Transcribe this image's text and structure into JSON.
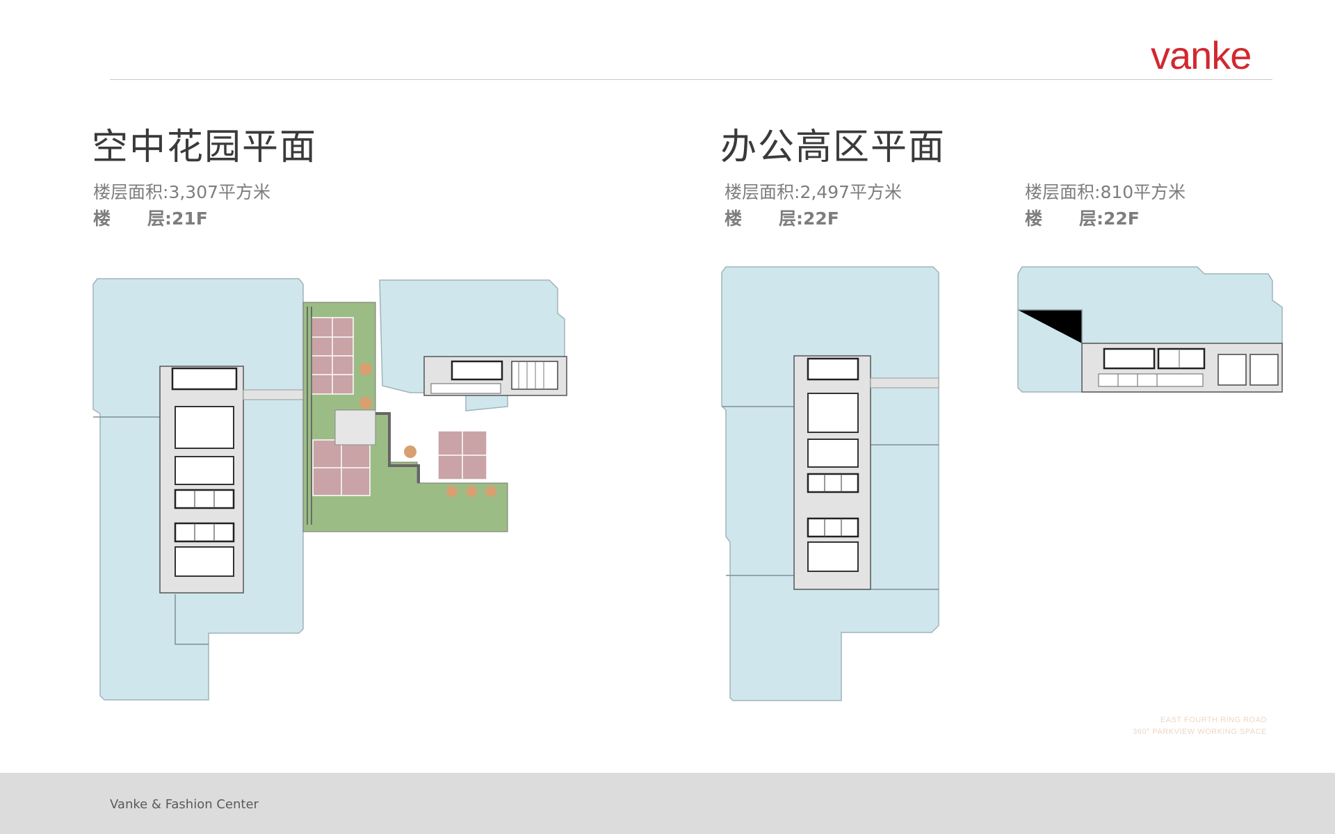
{
  "brand": {
    "logo_text": "vanke",
    "logo_color": "#d2282f"
  },
  "sections": [
    {
      "title": "空中花园平面",
      "area_label": "楼层面积:",
      "area_value": "3,307平方米",
      "floor_label_a": "楼",
      "floor_label_b": "层:",
      "floor_value": "21F"
    },
    {
      "title": "办公高区平面",
      "area_label": "楼层面积:",
      "area_value": "2,497平方米",
      "floor_label_a": "楼",
      "floor_label_b": "层:",
      "floor_value": "22F"
    },
    {
      "title": "",
      "area_label": "楼层面积:",
      "area_value": "810平方米",
      "floor_label_a": "楼",
      "floor_label_b": "层:",
      "floor_value": "22F"
    }
  ],
  "credit": {
    "line1": "EAST FOURTH RING ROAD",
    "line2": "360° PARKVIEW WORKING SPACE"
  },
  "footer": {
    "text": "Vanke & Fashion Center"
  },
  "colors": {
    "office_area": "#cfe6ed",
    "core": "#e3e3e3",
    "garden": "#8fb47a",
    "paving": "#c9a3a6"
  },
  "plans": [
    {
      "name": "sky-garden-plan",
      "icon": "floor-plan-21f"
    },
    {
      "name": "office-high-zone-plan-a",
      "icon": "floor-plan-22f-a"
    },
    {
      "name": "office-high-zone-plan-b",
      "icon": "floor-plan-22f-b"
    }
  ]
}
